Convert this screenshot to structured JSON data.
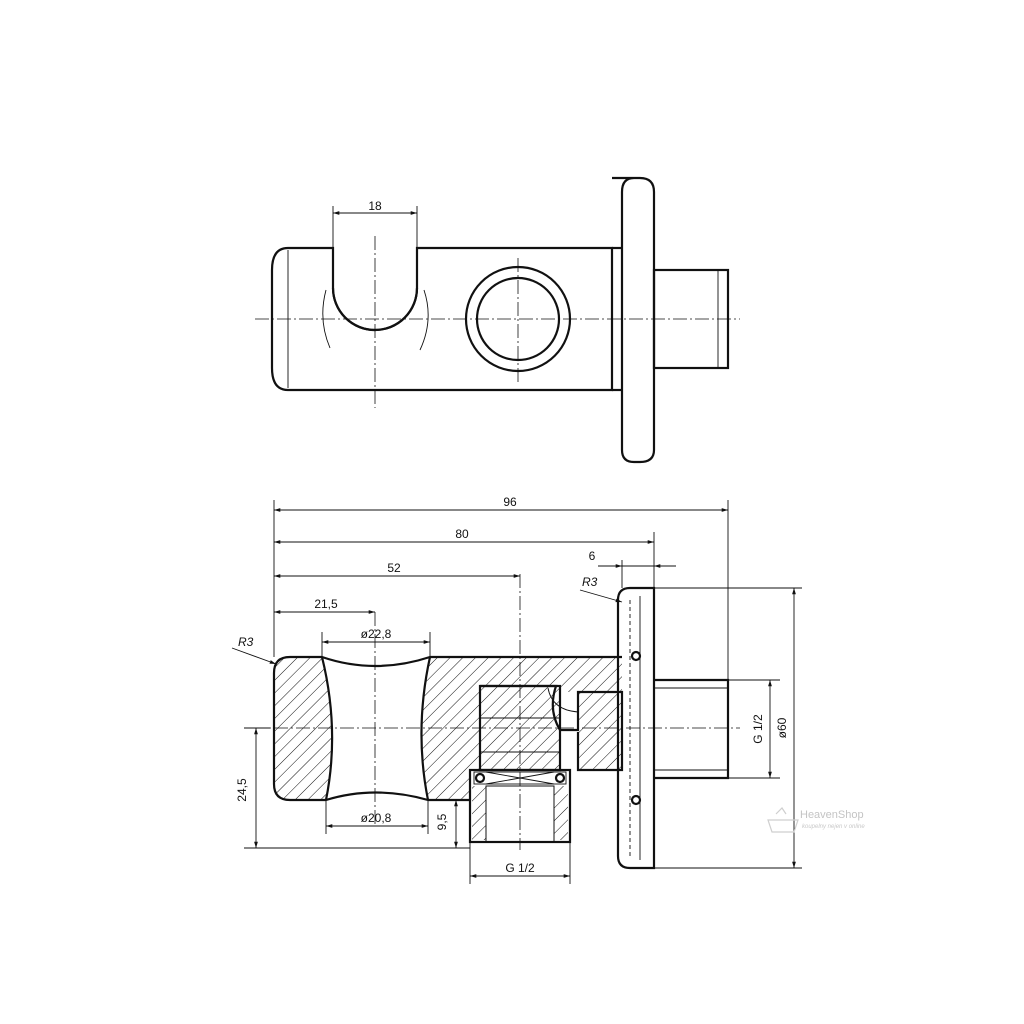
{
  "diagram": {
    "top_view": {
      "slot_width_label": "18"
    },
    "section_view": {
      "overall_length_label": "96",
      "body_to_flange_label": "80",
      "outlet_center_label": "52",
      "holder_center_label": "21,5",
      "flange_thickness_label": "6",
      "radius_left_label": "R3",
      "radius_flange_label": "R3",
      "holder_top_diameter_label": "ø22,8",
      "holder_bottom_diameter_label": "ø20,8",
      "axis_height_label": "24,5",
      "outlet_depth_label": "9,5",
      "bottom_thread_label": "G 1/2",
      "side_thread_label": "G 1/2",
      "flange_diameter_label": "ø60"
    }
  },
  "watermark": {
    "brand": "HeavenShop",
    "tagline": "koupelny nejen v online"
  }
}
